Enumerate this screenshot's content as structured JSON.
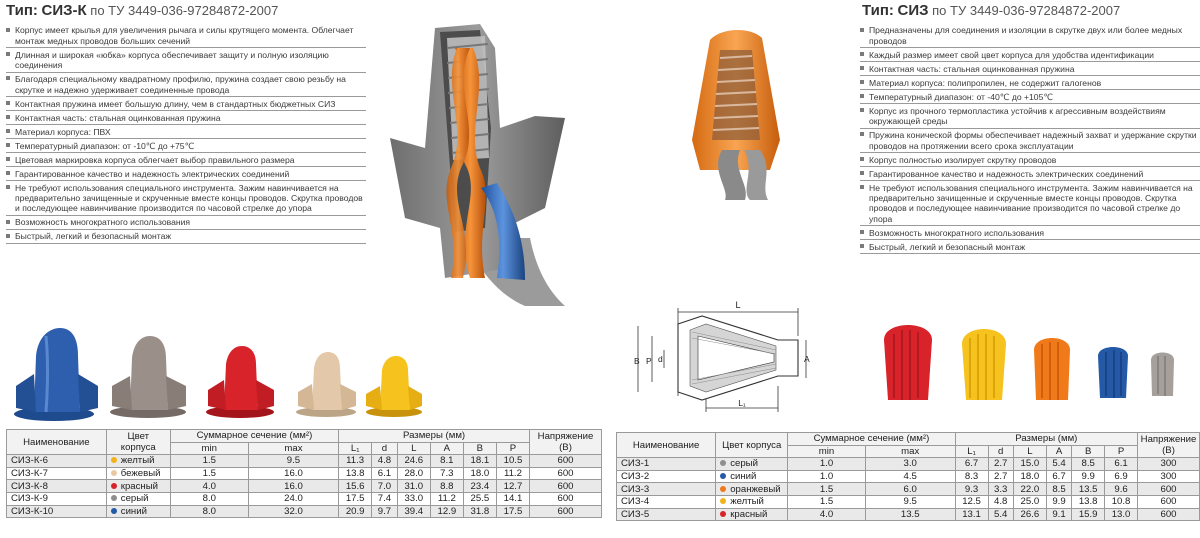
{
  "left": {
    "title_prefix": "Тип:",
    "title_type": "СИЗ-К",
    "title_suffix": "по ТУ 3449-036-97284872-2007",
    "features": [
      "Корпус имеет крылья для увеличения рычага и силы крутящего момента. Облегчает монтаж медных проводов больших сечений",
      "Длинная и широкая «юбка» корпуса обеспечивает защиту и полную изоляцию соединения",
      "Благодаря специальному квадратному профилю, пружина создает свою резьбу на скрутке и надежно удерживает соединенные провода",
      "Контактная пружина имеет большую длину, чем в стандартных бюджетных СИЗ",
      "Контактная часть: стальная оцинкованная пружина",
      "Материал корпуса: ПВХ",
      "Температурный диапазон: от -10℃ до +75℃",
      "Цветовая маркировка корпуса облегчает выбор правильного размера",
      "Гарантированное качество и надежность электрических соединений",
      "Не требуют использования специального инструмента. Зажим навинчивается на предварительно зачищенные и скрученные вместе концы проводов. Скрутка проводов и последующее навинчивание производится по часовой стрелке до упора",
      "Возможность многократного использования",
      "Быстрый, легкий и безопасный монтаж"
    ],
    "table": {
      "headers": {
        "name": "Наименование",
        "color": "Цвет корпуса",
        "section": "Суммарное сечение (мм²)",
        "dims": "Размеры (мм)",
        "voltage": "Напряжение (В)",
        "min": "min",
        "max": "max",
        "L1": "L₁",
        "d": "d",
        "L": "L",
        "A": "A",
        "B": "B",
        "P": "P"
      },
      "rows": [
        {
          "name": "СИЗ-К-6",
          "color_name": "желтый",
          "color": "#f2b21c",
          "min": "1.5",
          "max": "9.5",
          "L1": "11.3",
          "d": "4.8",
          "L": "24.6",
          "A": "8.1",
          "B": "18.1",
          "P": "10.5",
          "voltage": "600"
        },
        {
          "name": "СИЗ-К-7",
          "color_name": "бежевый",
          "color": "#e8c9a4",
          "min": "1.5",
          "max": "16.0",
          "L1": "13.8",
          "d": "6.1",
          "L": "28.0",
          "A": "7.3",
          "B": "18.0",
          "P": "11.2",
          "voltage": "600"
        },
        {
          "name": "СИЗ-К-8",
          "color_name": "красный",
          "color": "#d8232a",
          "min": "4.0",
          "max": "16.0",
          "L1": "15.6",
          "d": "7.0",
          "L": "31.0",
          "A": "8.8",
          "B": "23.4",
          "P": "12.7",
          "voltage": "600"
        },
        {
          "name": "СИЗ-К-9",
          "color_name": "серый",
          "color": "#8e8e8e",
          "min": "8.0",
          "max": "24.0",
          "L1": "17.5",
          "d": "7.4",
          "L": "33.0",
          "A": "11.2",
          "B": "25.5",
          "P": "14.1",
          "voltage": "600"
        },
        {
          "name": "СИЗ-К-10",
          "color_name": "синий",
          "color": "#2459a8",
          "min": "8.0",
          "max": "32.0",
          "L1": "20.9",
          "d": "9.7",
          "L": "39.4",
          "A": "12.9",
          "B": "31.8",
          "P": "17.5",
          "voltage": "600"
        }
      ]
    }
  },
  "right": {
    "title_prefix": "Тип:",
    "title_type": "СИЗ",
    "title_suffix": "по ТУ 3449-036-97284872-2007",
    "features": [
      "Предназначены для соединения и изоляции в скрутке двух или более медных проводов",
      "Каждый размер имеет свой цвет корпуса для удобства идентификации",
      "Контактная часть: стальная оцинкованная пружина",
      "Материал корпуса: полипропилен, не содержит галогенов",
      "Температурный диапазон: от -40℃ до +105℃",
      "Корпус из прочного термопластика устойчив к агрессивным воздействиям окружающей среды",
      "Пружина конической формы обеспечивает надежный захват и удержание скрутки проводов на протяжении всего срока эксплуатации",
      "Корпус полностью изолирует скрутку проводов",
      "Гарантированное качество и надежность электрических соединений",
      "Не требуют использования специального инструмента. Зажим навинчивается на предварительно зачищенные и скрученные вместе концы проводов. Скрутка проводов и последующее навинчивание производится по часовой стрелке до упора",
      "Возможность многократного использования",
      "Быстрый, легкий и безопасный монтаж"
    ],
    "diagram_labels": {
      "L": "L",
      "L1": "L₁",
      "B": "B",
      "P": "P",
      "d": "d",
      "A": "A"
    },
    "table": {
      "headers": {
        "name": "Наименование",
        "color": "Цвет корпуса",
        "section": "Суммарное сечение (мм²)",
        "dims": "Размеры (мм)",
        "voltage": "Напряжение (В)",
        "min": "min",
        "max": "max",
        "L1": "L₁",
        "d": "d",
        "L": "L",
        "A": "A",
        "B": "B",
        "P": "P"
      },
      "rows": [
        {
          "name": "СИЗ-1",
          "color_name": "серый",
          "color": "#8e8e8e",
          "min": "1.0",
          "max": "3.0",
          "L1": "6.7",
          "d": "2.7",
          "L": "15.0",
          "A": "5.4",
          "B": "8.5",
          "P": "6.1",
          "voltage": "300"
        },
        {
          "name": "СИЗ-2",
          "color_name": "синий",
          "color": "#2459a8",
          "min": "1.0",
          "max": "4.5",
          "L1": "8.3",
          "d": "2.7",
          "L": "18.0",
          "A": "6.7",
          "B": "9.9",
          "P": "6.9",
          "voltage": "300"
        },
        {
          "name": "СИЗ-3",
          "color_name": "оранжевый",
          "color": "#f07a1a",
          "min": "1.5",
          "max": "6.0",
          "L1": "9.3",
          "d": "3.3",
          "L": "22.0",
          "A": "8.5",
          "B": "13.5",
          "P": "9.6",
          "voltage": "600"
        },
        {
          "name": "СИЗ-4",
          "color_name": "желтый",
          "color": "#f2b21c",
          "min": "1.5",
          "max": "9.5",
          "L1": "12.5",
          "d": "4.8",
          "L": "25.0",
          "A": "9.9",
          "B": "13.8",
          "P": "10.8",
          "voltage": "600"
        },
        {
          "name": "СИЗ-5",
          "color_name": "красный",
          "color": "#d8232a",
          "min": "4.0",
          "max": "13.5",
          "L1": "13.1",
          "d": "5.4",
          "L": "26.6",
          "A": "9.1",
          "B": "15.9",
          "P": "13.0",
          "voltage": "600"
        }
      ]
    }
  }
}
